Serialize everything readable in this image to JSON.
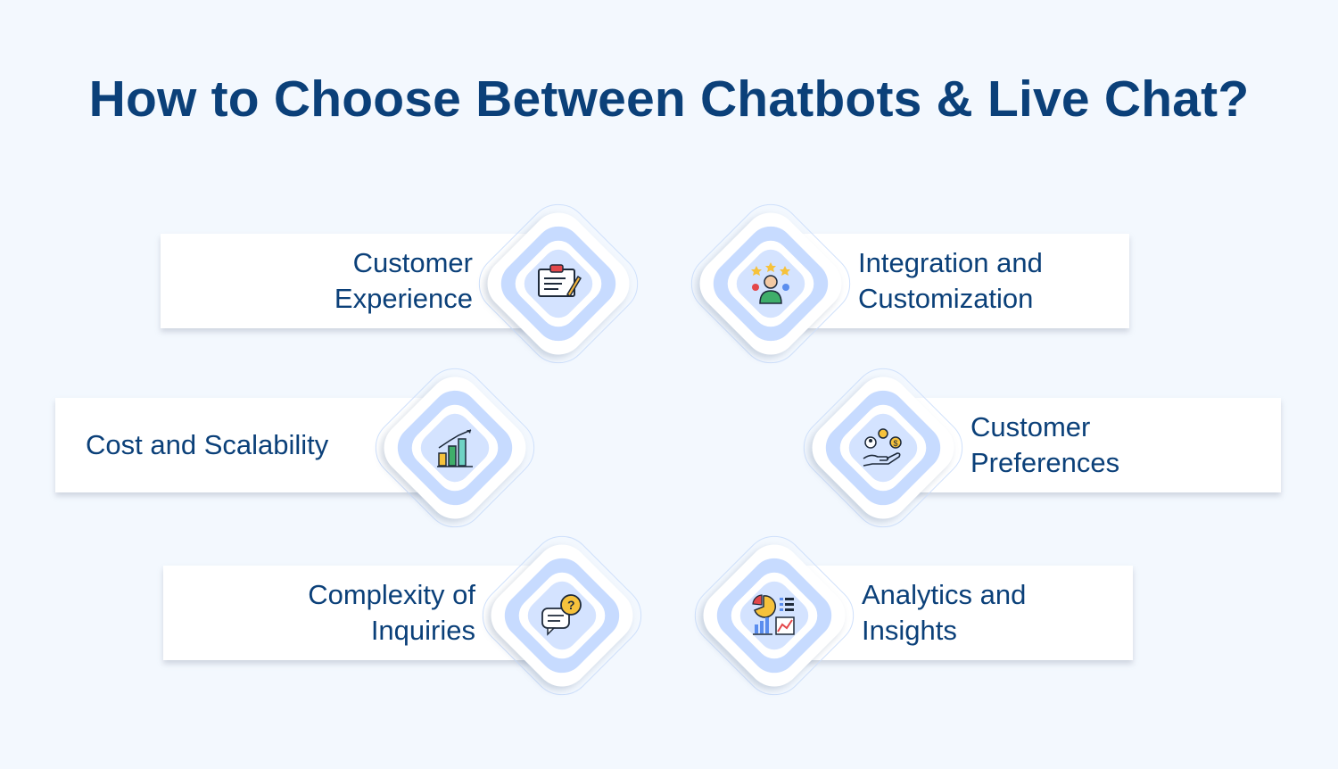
{
  "title": "How to Choose Between Chatbots & Live Chat?",
  "colors": {
    "background": "#f3f8fe",
    "title": "#0b4079",
    "card": "#ffffff",
    "badge_fill": "#c7dbff"
  },
  "items": [
    {
      "line1": "Customer",
      "line2": "Experience",
      "icon": "clipboard-pen-icon"
    },
    {
      "line1": "Integration and",
      "line2": "Customization",
      "icon": "rated-person-icon"
    },
    {
      "line1": "Cost and Scalability",
      "icon": "bar-chart-growth-icon"
    },
    {
      "line1": "Customer",
      "line2": "Preferences",
      "icon": "hand-people-money-icon"
    },
    {
      "line1": "Complexity of",
      "line2": "Inquiries",
      "icon": "question-chat-icon"
    },
    {
      "line1": "Analytics and",
      "line2": "Insights",
      "icon": "analytics-dashboard-icon"
    }
  ]
}
